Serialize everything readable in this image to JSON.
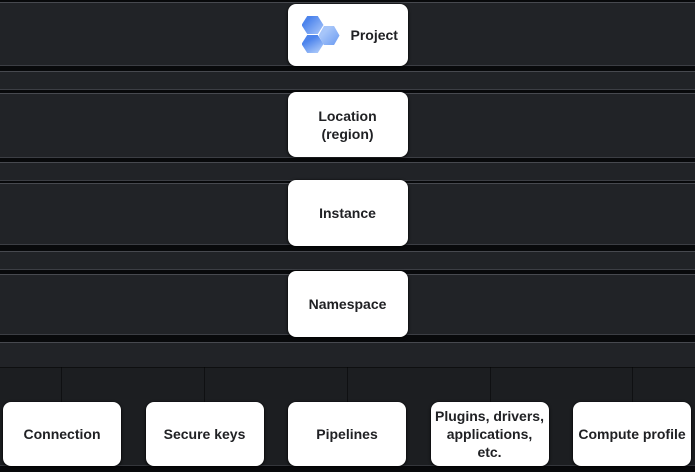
{
  "hierarchy": {
    "levels": [
      {
        "label": "Project",
        "icon": "data-fusion-hexagons-icon"
      },
      {
        "label": "Location (region)"
      },
      {
        "label": "Instance"
      },
      {
        "label": "Namespace"
      }
    ],
    "namespace_items": [
      "Connection",
      "Secure keys",
      "Pipelines",
      "Plugins, drivers, applications, etc.",
      "Compute profile"
    ]
  },
  "colors": {
    "page_background": "#08090b",
    "band_fill": "#212327",
    "band_border": "#47494f",
    "chip_background": "#ffffff",
    "chip_text": "#202124",
    "hexagon_blue_dark": "#4d84ec",
    "hexagon_blue_light": "#a6c5f9"
  }
}
